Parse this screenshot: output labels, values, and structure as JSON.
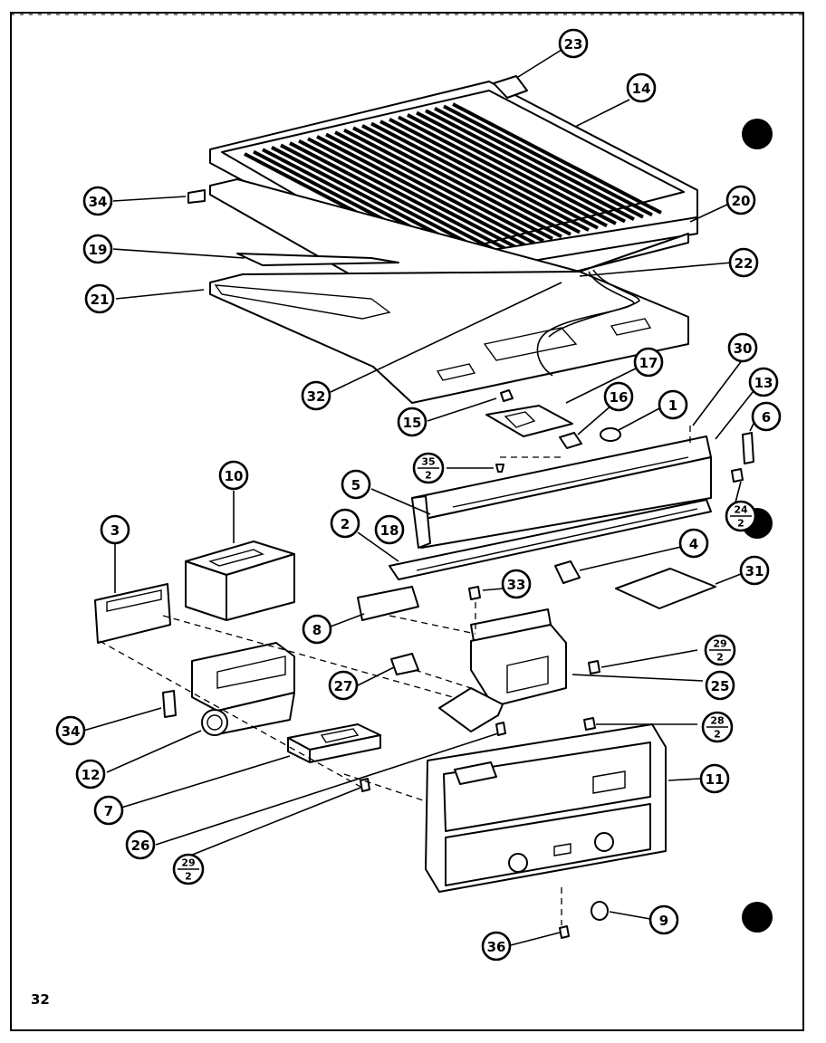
{
  "page_number": "32",
  "callouts": [
    {
      "id": "c23",
      "text": "23"
    },
    {
      "id": "c14",
      "text": "14"
    },
    {
      "id": "c34a",
      "text": "34"
    },
    {
      "id": "c20",
      "text": "20"
    },
    {
      "id": "c19",
      "text": "19"
    },
    {
      "id": "c22",
      "text": "22"
    },
    {
      "id": "c21",
      "text": "21"
    },
    {
      "id": "c30",
      "text": "30"
    },
    {
      "id": "c13",
      "text": "13"
    },
    {
      "id": "c17",
      "text": "17"
    },
    {
      "id": "c32",
      "text": "32"
    },
    {
      "id": "c16",
      "text": "16"
    },
    {
      "id": "c1",
      "text": "1"
    },
    {
      "id": "c6",
      "text": "6"
    },
    {
      "id": "c15",
      "text": "15"
    },
    {
      "id": "c10",
      "text": "10"
    },
    {
      "id": "c5",
      "text": "5"
    },
    {
      "id": "c3",
      "text": "3"
    },
    {
      "id": "c2",
      "text": "2"
    },
    {
      "id": "c18",
      "text": "18"
    },
    {
      "id": "c4",
      "text": "4"
    },
    {
      "id": "c31",
      "text": "31"
    },
    {
      "id": "c33",
      "text": "33"
    },
    {
      "id": "c8",
      "text": "8"
    },
    {
      "id": "c25",
      "text": "25"
    },
    {
      "id": "c27",
      "text": "27"
    },
    {
      "id": "c34b",
      "text": "34"
    },
    {
      "id": "c12",
      "text": "12"
    },
    {
      "id": "c11",
      "text": "11"
    },
    {
      "id": "c7",
      "text": "7"
    },
    {
      "id": "c26",
      "text": "26"
    },
    {
      "id": "c9",
      "text": "9"
    },
    {
      "id": "c36",
      "text": "36"
    }
  ],
  "fractions": [
    {
      "id": "f35",
      "num": "35",
      "den": "2"
    },
    {
      "id": "f24",
      "num": "24",
      "den": "2"
    },
    {
      "id": "f29a",
      "num": "29",
      "den": "2"
    },
    {
      "id": "f28",
      "num": "28",
      "den": "2"
    },
    {
      "id": "f29b",
      "num": "29",
      "den": "2"
    }
  ]
}
